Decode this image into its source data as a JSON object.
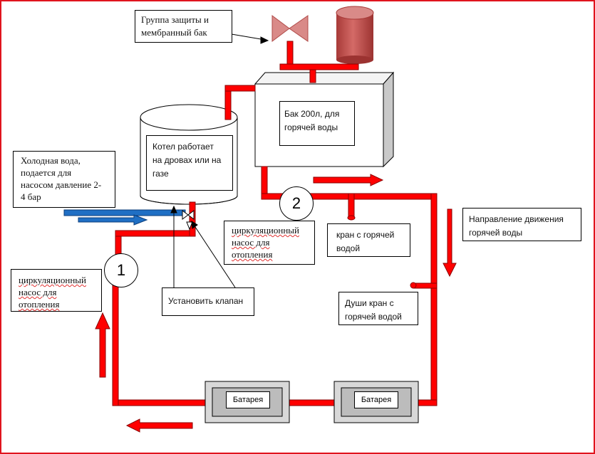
{
  "labels": {
    "protection_group": "Группа защиты и\nмембранный бак",
    "tank": "Бак 200л, для\nгорячей воды",
    "boiler": "Котел работает\nна дровах или на\nгазе",
    "cold_water": "Холодная вода,\nподается для\nнасосом давление 2-\n4 бар",
    "pump2_label": "циркуляционный\nнасос для\nотопления",
    "hot_tap": "кран с горячей\nводой",
    "flow_direction": "Направление движения\nгорячей воды",
    "pump1_label": "циркуляционный\nнасос для\nотопления",
    "install_valve": "Установить клапан",
    "shower_tap": "Души кран с\nгорячей водой"
  },
  "pumps": {
    "one": "1",
    "two": "2"
  },
  "radiators": [
    "Батарея",
    "Батарея"
  ],
  "colors": {
    "pipe": "#ff0000",
    "cold_pipe": "#1f6fc4",
    "tank_red": "#c0504d",
    "border": "#e0141e"
  }
}
